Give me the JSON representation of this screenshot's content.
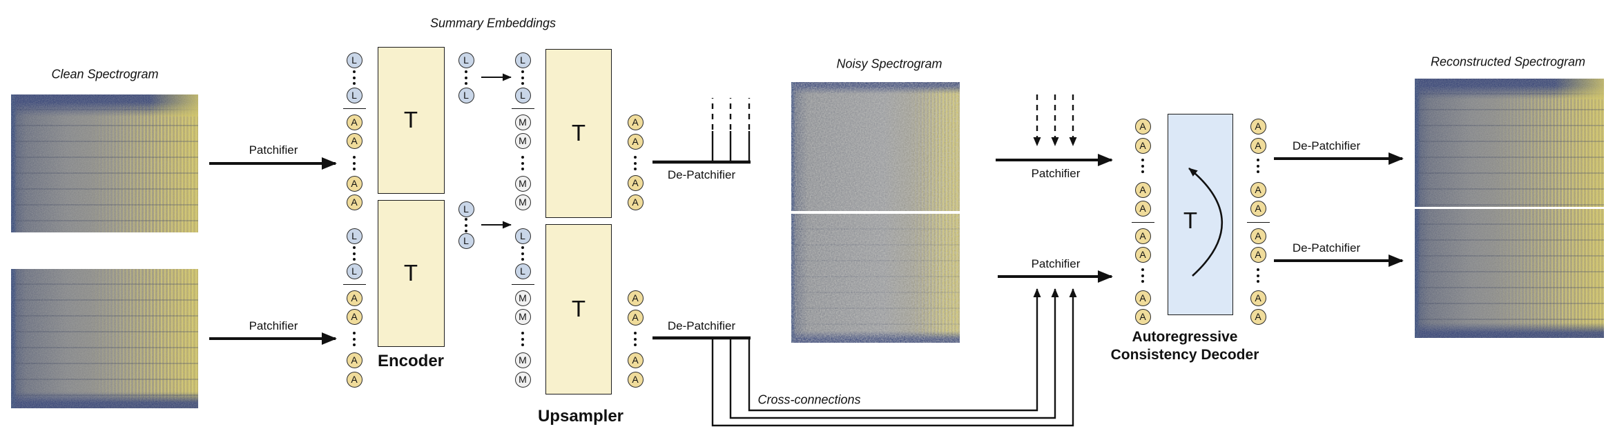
{
  "labels": {
    "clean_spectrogram": "Clean Spectrogram",
    "summary_embeddings": "Summary Embeddings",
    "noisy_spectrogram": "Noisy Spectrogram",
    "reconstructed_spectrogram": "Reconstructed Spectrogram",
    "cross_connections": "Cross-connections",
    "encoder": "Encoder",
    "upsampler": "Upsampler",
    "decoder_line1": "Autoregressive",
    "decoder_line2": "Consistency Decoder",
    "patchifier": "Patchifier",
    "de_patchifier": "De-Patchifier",
    "transformer": "T"
  },
  "tokens": {
    "latent": "L",
    "mask": "M",
    "acoustic": "A"
  },
  "token_columns": {
    "enc_in_1": [
      "L",
      "dots",
      "L",
      "sep",
      "A",
      "A",
      "dots",
      "A",
      "A"
    ],
    "enc_in_2": [
      "L",
      "dots",
      "L",
      "sep",
      "A",
      "A",
      "dots",
      "A",
      "A"
    ],
    "sum_1": [
      "L",
      "dots",
      "L"
    ],
    "sum_2": [
      "L",
      "dots",
      "L"
    ],
    "ups_in_1": [
      "L",
      "dots",
      "L",
      "sep",
      "M",
      "M",
      "dots",
      "M",
      "M"
    ],
    "ups_in_2": [
      "L",
      "dots",
      "L",
      "sep",
      "M",
      "M",
      "dots",
      "M",
      "M"
    ],
    "ups_out_1": [
      "A",
      "A",
      "dots",
      "A",
      "A"
    ],
    "ups_out_2": [
      "A",
      "A",
      "dots",
      "A",
      "A"
    ],
    "dec_in": [
      "A",
      "A",
      "dots",
      "A",
      "A",
      "sep",
      "A",
      "A",
      "dots",
      "A",
      "A"
    ],
    "dec_out": [
      "A",
      "A",
      "dots",
      "A",
      "A",
      "sep",
      "A",
      "A",
      "dots",
      "A",
      "A"
    ]
  },
  "colors": {
    "transformer_box": "#f8f1cd",
    "decoder_box": "#dce8f7",
    "token_latent": "#c9d6e8",
    "token_mask": "#f1f1f1",
    "token_acoustic": "#f0dc9b",
    "line": "#111111"
  }
}
